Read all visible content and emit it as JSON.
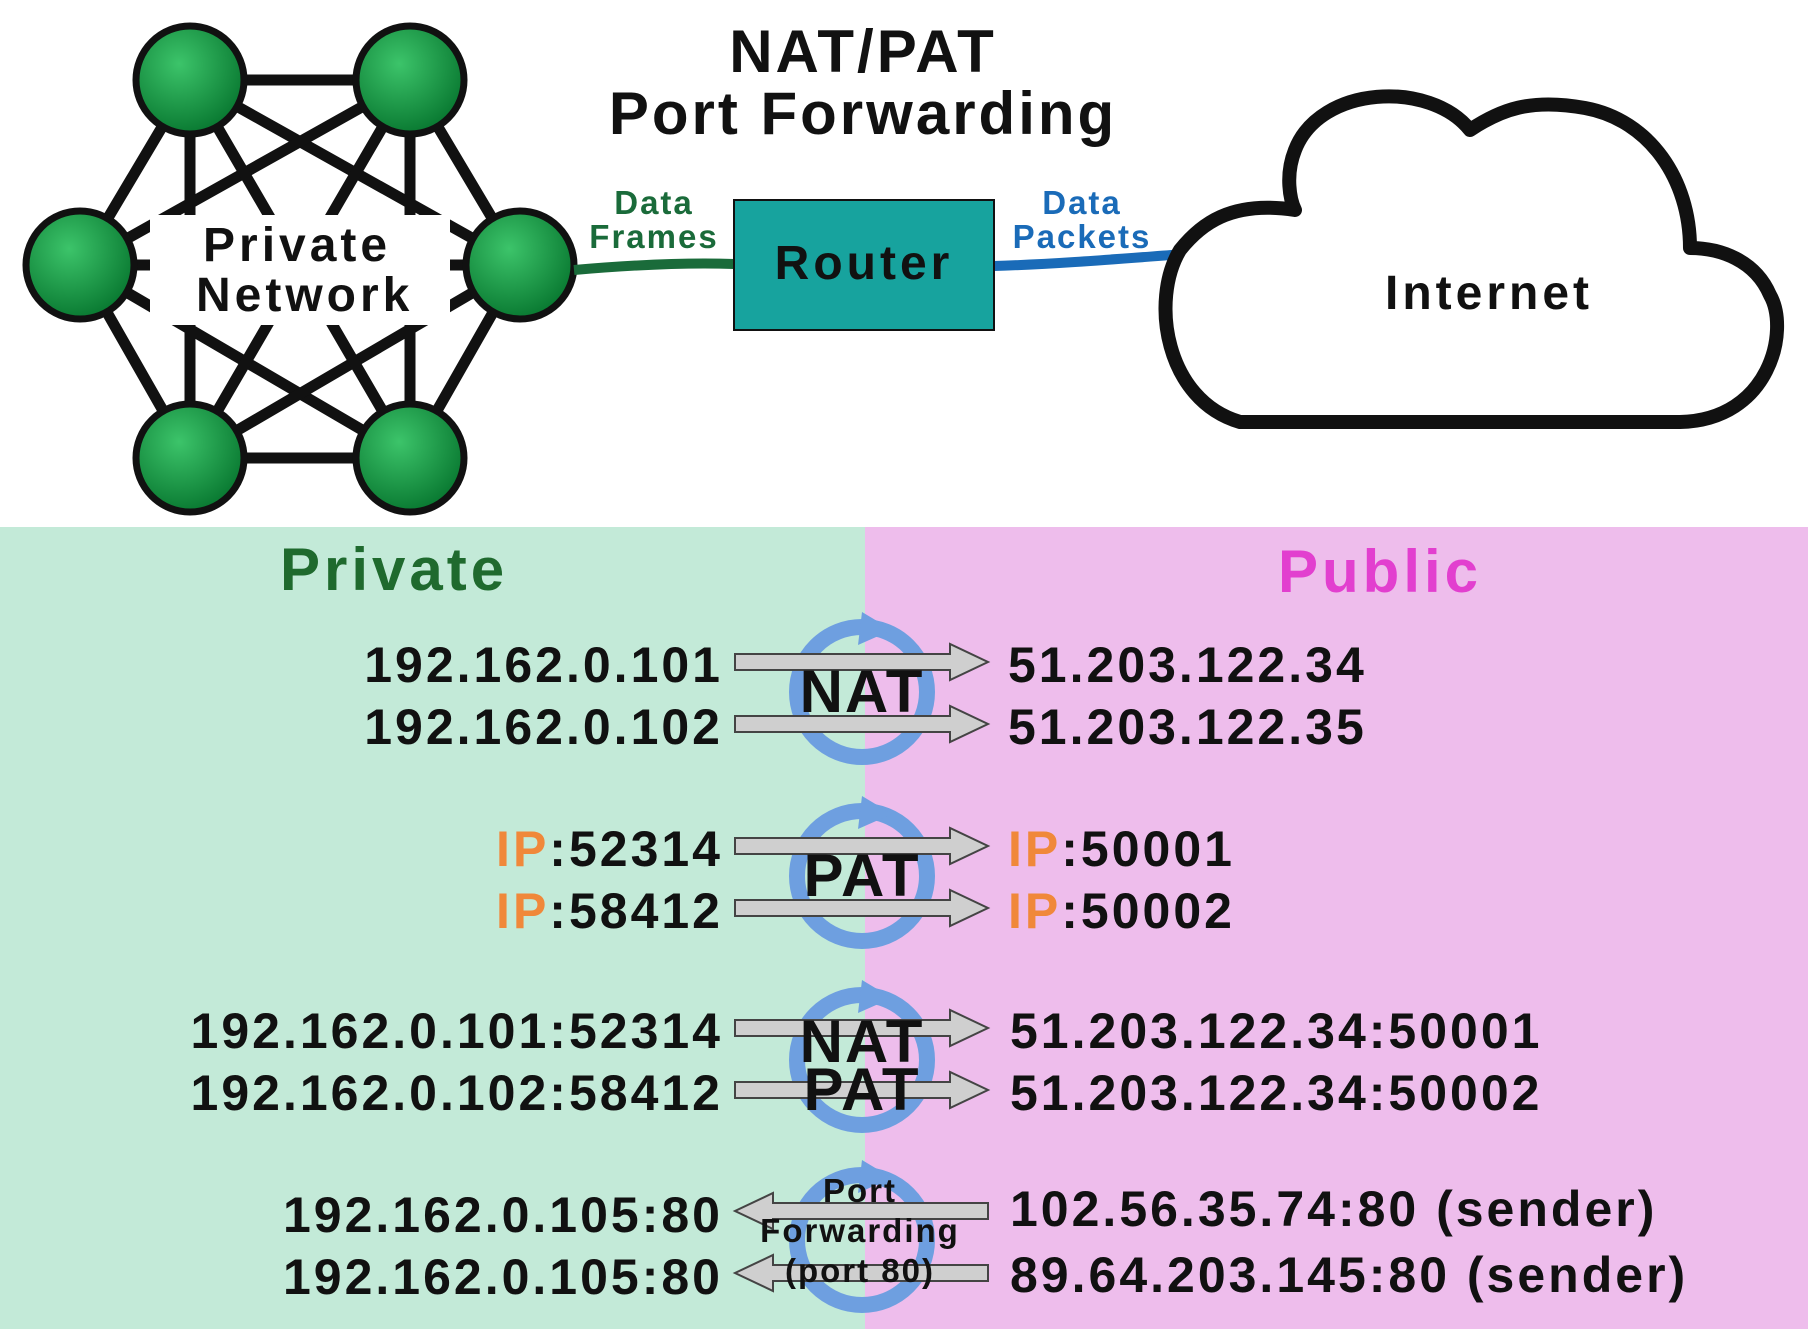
{
  "title": {
    "line1": "NAT/PAT",
    "line2": "Port Forwarding"
  },
  "network": {
    "line1": "Private",
    "line2": "Network"
  },
  "router": "Router",
  "internet": "Internet",
  "link_left": {
    "line1": "Data",
    "line2": "Frames",
    "color": "#1a6b3a"
  },
  "link_right": {
    "line1": "Data",
    "line2": "Packets",
    "color": "#1a6bb8"
  },
  "panels": {
    "private": {
      "label": "Private",
      "color": "#1f6a2e",
      "bg": "#c3ead8"
    },
    "public": {
      "label": "Public",
      "color": "#e23fcf",
      "bg": "#eebdec"
    }
  },
  "rows": {
    "nat": {
      "label": "NAT",
      "private": [
        "192.162.0.101",
        "192.162.0.102"
      ],
      "public": [
        "51.203.122.34",
        "51.203.122.35"
      ]
    },
    "pat": {
      "label": "PAT",
      "ip_prefix": "IP",
      "private_ports": [
        ":52314",
        ":58412"
      ],
      "public_ports": [
        ":50001",
        ":50002"
      ]
    },
    "natpat": {
      "label1": "NAT",
      "label2": "PAT",
      "private": [
        "192.162.0.101:52314",
        "192.162.0.102:58412"
      ],
      "public": [
        "51.203.122.34:50001",
        "51.203.122.34:50002"
      ]
    },
    "pf": {
      "label1": "Port",
      "label2": "Forwarding",
      "label3": "(port 80)",
      "private": [
        "192.162.0.105:80",
        "192.162.0.105:80"
      ],
      "public": [
        "102.56.35.74:80 (sender)",
        "89.64.203.145:80 (sender)"
      ]
    }
  },
  "colors": {
    "node": "#0f8a3c",
    "router": "#17a39e",
    "cycle": "#6e9fe0",
    "arrow_fill": "#cfcfcf"
  }
}
